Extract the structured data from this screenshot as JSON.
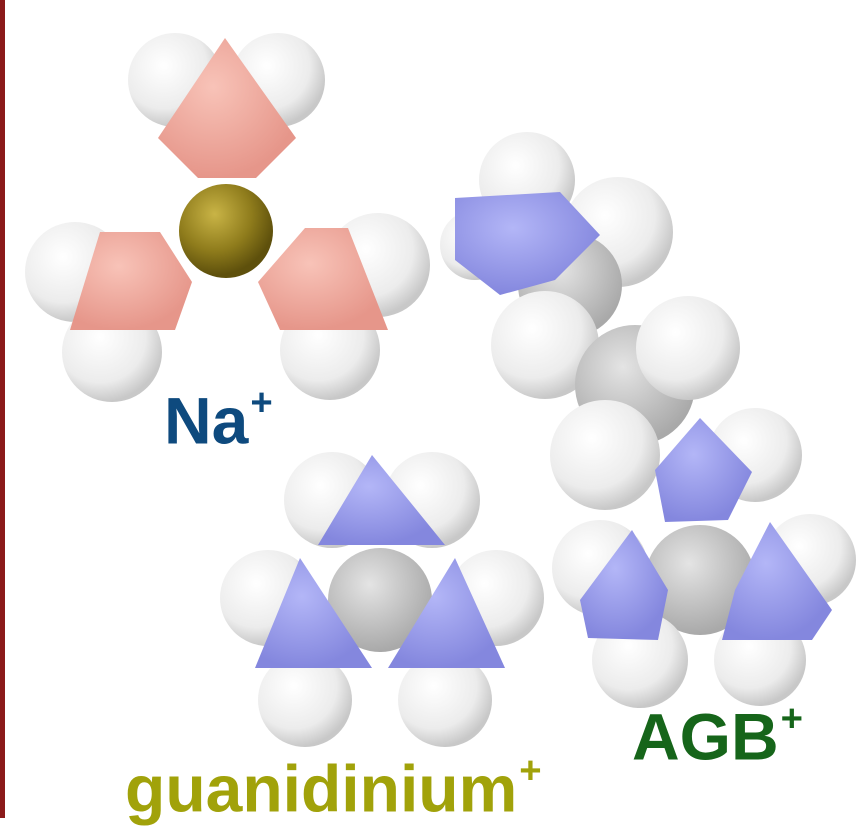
{
  "labels": {
    "sodium": {
      "text": "Na",
      "charge": "+",
      "color": "#0e4a7e"
    },
    "agb": {
      "text": "AGB",
      "charge": "+",
      "color": "#16651a"
    },
    "guanidinium": {
      "text": "guanidinium",
      "charge": "+",
      "color": "#a1a20a"
    }
  },
  "colors": {
    "hydrogen": "#f2f2f2",
    "oxygen": "#f2a89c",
    "nitrogen": "#9da0ee",
    "carbon": "#c9c9c9",
    "sodium": "#8b7a1e",
    "frame": "#8b1a1a"
  }
}
